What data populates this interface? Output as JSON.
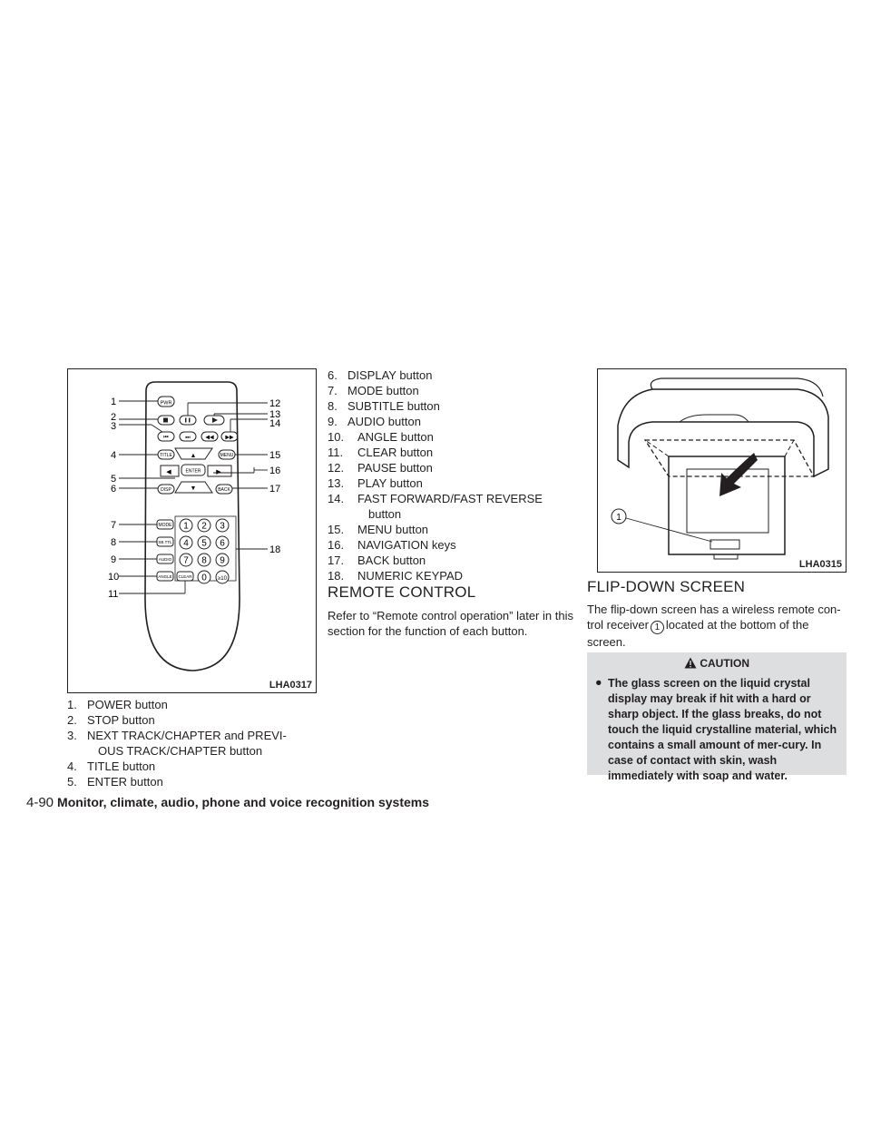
{
  "figure_left": {
    "code": "LHA0317",
    "callouts": [
      "1",
      "2",
      "3",
      "4",
      "5",
      "6",
      "7",
      "8",
      "9",
      "10",
      "11",
      "12",
      "13",
      "14",
      "15",
      "16",
      "17",
      "18"
    ],
    "remote_buttons": {
      "pwr": "PWR",
      "title": "TITLE",
      "menu": "MENU",
      "enter": "ENTER",
      "disp": "DISP",
      "back": "BACK",
      "mode": "MODE",
      "sbttl": "SB.TTL",
      "audio": "AUDIO",
      "angle": "ANGLE",
      "clear": "CLEAR",
      "keys": [
        "1",
        "2",
        "3",
        "4",
        "5",
        "6",
        "7",
        "8",
        "9",
        "0",
        "≥10"
      ]
    }
  },
  "list_left": [
    {
      "num": "1.",
      "text": "POWER button"
    },
    {
      "num": "2.",
      "text": "STOP button"
    },
    {
      "num": "3.",
      "text": "NEXT TRACK/CHAPTER and PREVI-",
      "cont": "OUS TRACK/CHAPTER button"
    },
    {
      "num": "4.",
      "text": "TITLE button"
    },
    {
      "num": "5.",
      "text": "ENTER button"
    }
  ],
  "list_middle": [
    {
      "num": "6.",
      "text": "DISPLAY button"
    },
    {
      "num": "7.",
      "text": "MODE button"
    },
    {
      "num": "8.",
      "text": "SUBTITLE button"
    },
    {
      "num": "9.",
      "text": "AUDIO button"
    },
    {
      "num": "10.",
      "text": "ANGLE button"
    },
    {
      "num": "11.",
      "text": "CLEAR button"
    },
    {
      "num": "12.",
      "text": "PAUSE button"
    },
    {
      "num": "13.",
      "text": "PLAY button"
    },
    {
      "num": "14.",
      "text": "FAST FORWARD/FAST REVERSE",
      "cont": "button"
    },
    {
      "num": "15.",
      "text": "MENU button"
    },
    {
      "num": "16.",
      "text": "NAVIGATION keys"
    },
    {
      "num": "17.",
      "text": "BACK button"
    },
    {
      "num": "18.",
      "text": "NUMERIC KEYPAD"
    }
  ],
  "remote_section": {
    "heading": "REMOTE CONTROL",
    "body": "Refer to “Remote control operation” later in this section for the function of each button."
  },
  "figure_right": {
    "code": "LHA0315",
    "callout": "1"
  },
  "flip_section": {
    "heading": "FLIP-DOWN SCREEN",
    "body_before": "The flip-down screen has a wireless remote con-trol receiver",
    "marker": "1",
    "body_after": "located at the bottom of the screen."
  },
  "caution": {
    "title": "CAUTION",
    "bullet": "●",
    "text": "The glass screen on the liquid crystal display may break if hit with a hard or sharp object. If the glass breaks, do not touch the liquid crystalline material, which contains a small amount of mer-cury. In case of contact with skin, wash immediately with soap and water."
  },
  "footer": {
    "page": "4-90",
    "title": "Monitor, climate, audio, phone and voice recognition systems"
  }
}
